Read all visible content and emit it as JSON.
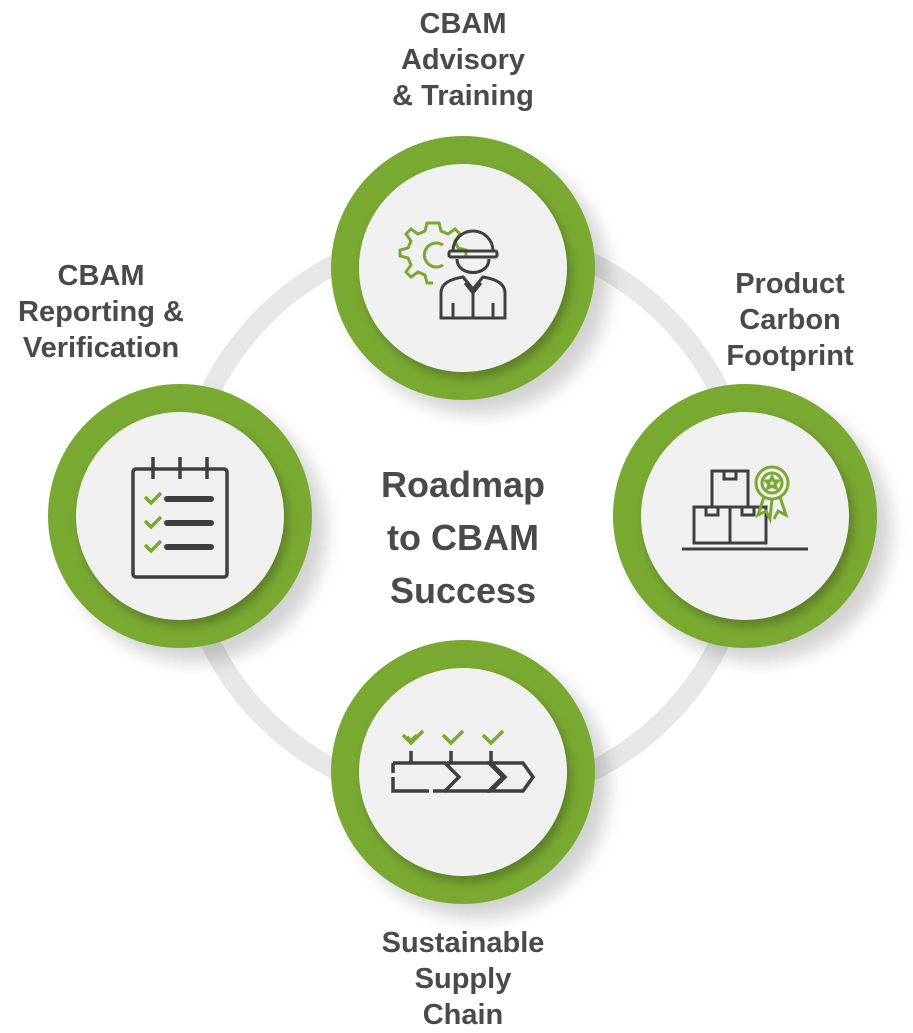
{
  "title": [
    "Roadmap",
    "to CBAM",
    "Success"
  ],
  "nodes": {
    "top": {
      "label": [
        "CBAM",
        "Advisory",
        "& Training"
      ],
      "icon": "engineer-gear-icon"
    },
    "right": {
      "label": [
        "Product",
        "Carbon",
        "Footprint"
      ],
      "icon": "boxes-award-icon"
    },
    "bottom": {
      "label": [
        "Sustainable",
        "Supply",
        "Chain"
      ],
      "icon": "supply-chain-checks-icon"
    },
    "left": {
      "label": [
        "CBAM",
        "Reporting &",
        "Verification"
      ],
      "icon": "checklist-icon"
    }
  },
  "colors": {
    "accent": "#7aa932",
    "text": "#4a4a4a",
    "ring": "#e7e7e7",
    "icon": "#3f3f3f"
  }
}
